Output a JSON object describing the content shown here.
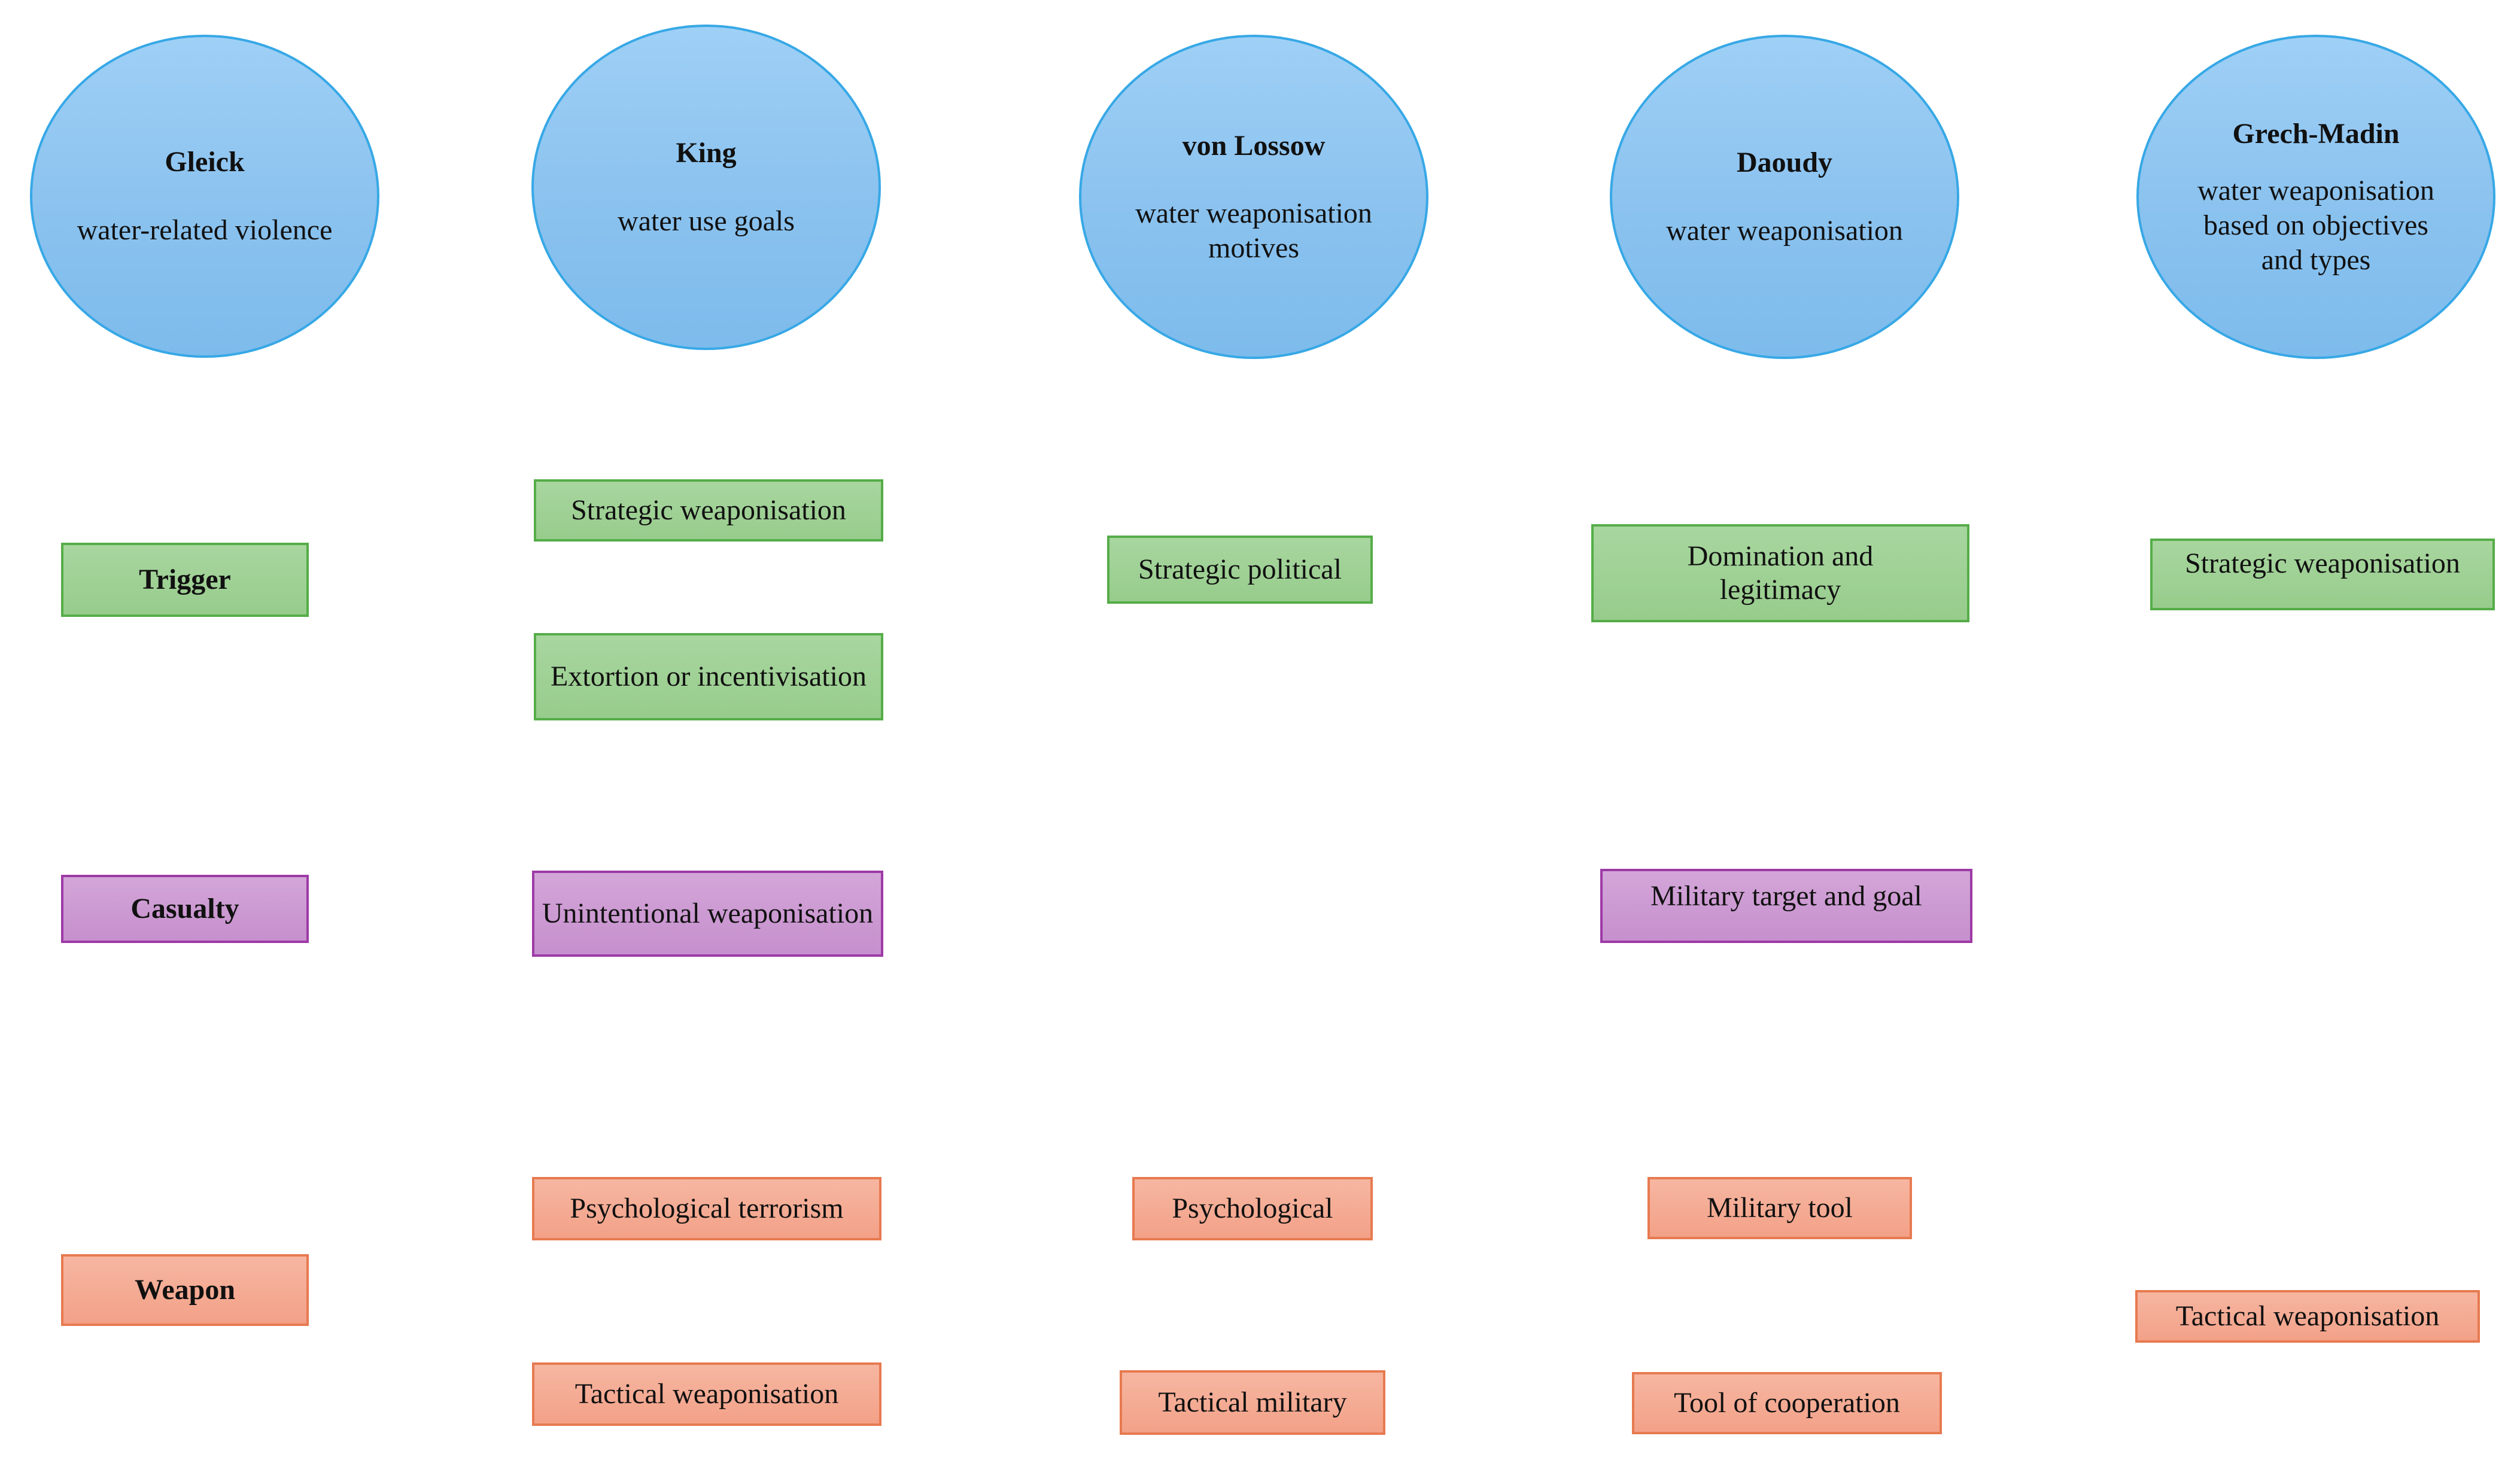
{
  "columns": [
    {
      "title": "Gleick",
      "description": "water-related violence"
    },
    {
      "title": "King",
      "description": "water use goals"
    },
    {
      "title": "von Lossow",
      "description": "water weaponisation motives"
    },
    {
      "title": "Daoudy",
      "description": "water weaponisation"
    },
    {
      "title": "Grech-Madin",
      "description": "water weaponisation based on objectives and types"
    }
  ],
  "gleick": {
    "trigger": "Trigger",
    "casualty": "Casualty",
    "weapon": "Weapon"
  },
  "king": {
    "strategic": "Strategic weaponisation",
    "extortion": "Extortion or incentivisation",
    "unintentional": "Unintentional weaponisation",
    "psychological": "Psychological terrorism",
    "tactical": "Tactical weaponisation"
  },
  "vonlossow": {
    "strategic": "Strategic political",
    "psychological": "Psychological",
    "tactical": "Tactical military"
  },
  "daoudy": {
    "domination": "Domination and legitimacy",
    "military_target": "Military target and goal",
    "military_tool": "Military tool",
    "cooperation": "Tool of cooperation"
  },
  "grechmadin": {
    "strategic": "Strategic weaponisation",
    "tactical": "Tactical weaponisation"
  }
}
